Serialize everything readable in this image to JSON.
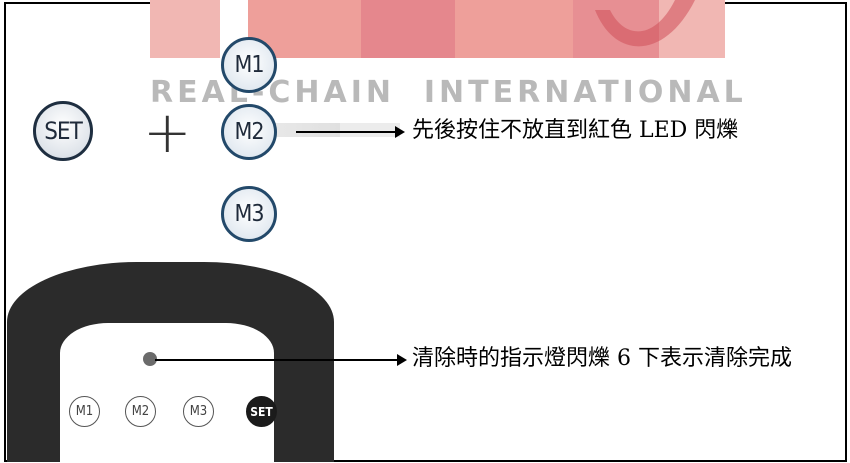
{
  "watermark": {
    "text": "REAL-CHAIN  INTERNATIONAL"
  },
  "keys": {
    "set": "SET",
    "plus": "+",
    "m1": "M1",
    "m2": "M2",
    "m3": "M3"
  },
  "remote": {
    "keys": {
      "m1": "M1",
      "m2": "M2",
      "m3": "M3",
      "set": "SET"
    }
  },
  "instructions": {
    "step1": "先後按住不放直到紅色 LED 閃爍",
    "step2": "清除時的指示燈閃爍 6 下表示清除完成"
  },
  "colors": {
    "watermark_red": "#ee9f9a",
    "key_border": "#23496a",
    "remote_body": "#2b2b2b"
  }
}
